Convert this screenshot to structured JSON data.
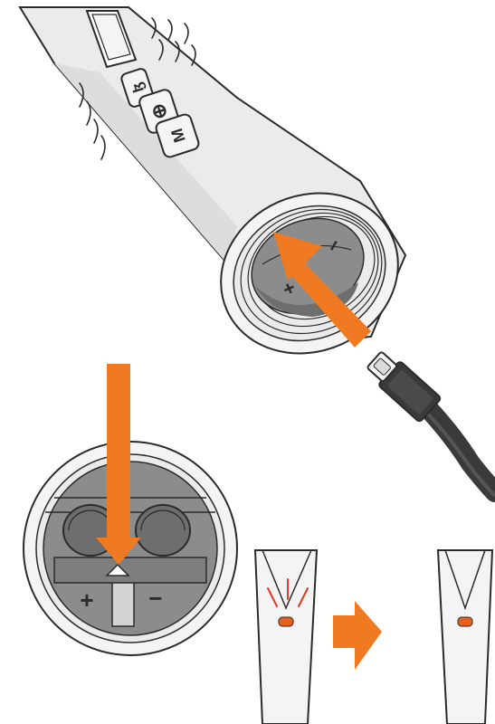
{
  "colors": {
    "accent": "#F07A22",
    "outline": "#2B2B2B",
    "body_fill": "#EBEBEB",
    "body_shadow": "#D4D4D4",
    "cavity": "#8C8C8C",
    "cavity_dark": "#6E6E6E",
    "cable": "#3A3A3A",
    "led": "#E8601C"
  },
  "icons": {
    "top_panel": "charging-cavity-insert-cable",
    "bottom_left_panel": "battery-compartment-closeup",
    "bottom_right_panel": "device-led-indicator-off"
  },
  "labels": {
    "top_plus": "+",
    "top_minus": "−",
    "bottom_plus": "+",
    "bottom_minus": "−"
  }
}
